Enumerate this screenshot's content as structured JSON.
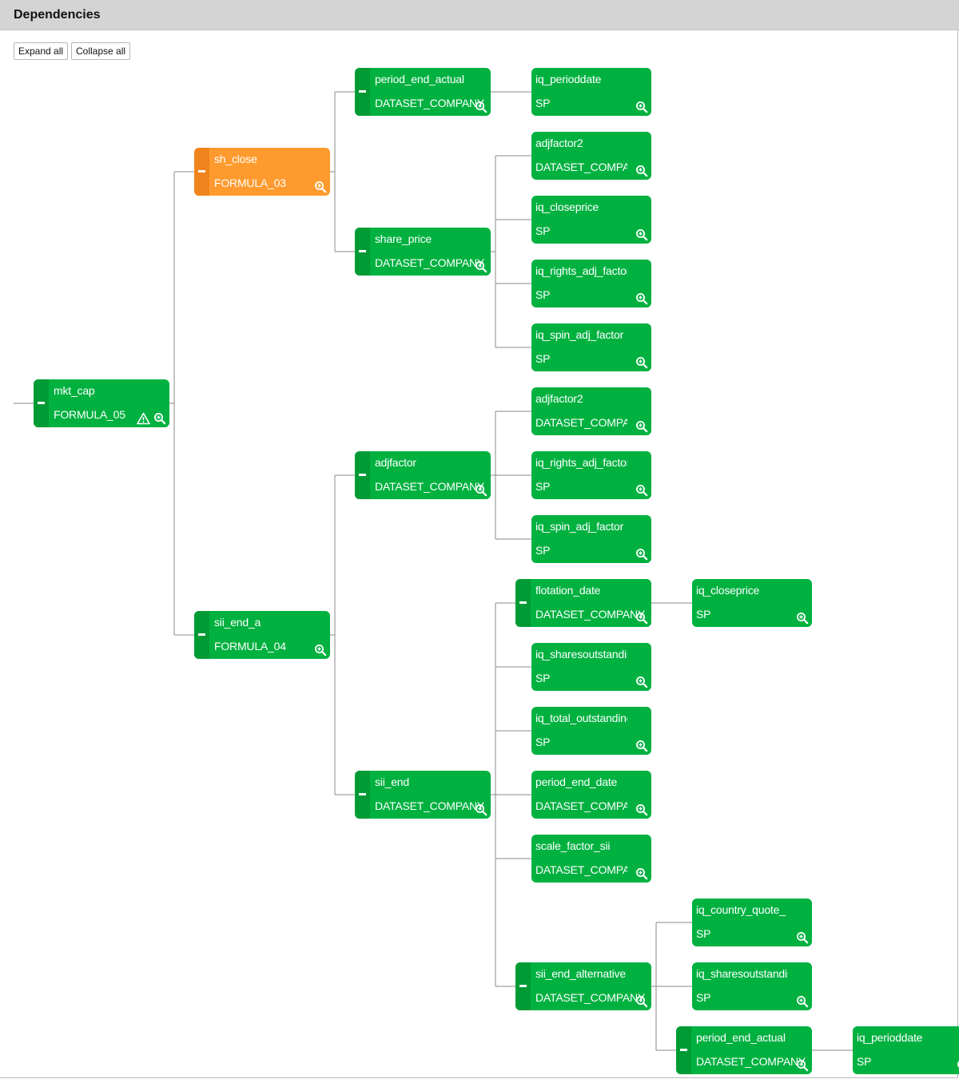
{
  "panel": {
    "title": "Dependencies"
  },
  "toolbar": {
    "expand_label": "Expand all",
    "collapse_label": "Collapse all"
  },
  "tree": {
    "name": "mkt_cap",
    "type": "FORMULA_05",
    "warning": true,
    "color": "#00b140",
    "children": [
      {
        "name": "sh_close",
        "type": "FORMULA_03",
        "color": "#ff9a2e",
        "children": [
          {
            "name": "period_end_actual",
            "type": "DATASET_COMPANY",
            "children": [
              {
                "name": "iq_perioddate",
                "type": "SP"
              }
            ]
          },
          {
            "name": "share_price",
            "type": "DATASET_COMPANY",
            "children": [
              {
                "name": "adjfactor2",
                "type": "DATASET_COMPANY"
              },
              {
                "name": "iq_closeprice",
                "type": "SP"
              },
              {
                "name": "iq_rights_adj_factor",
                "type": "SP"
              },
              {
                "name": "iq_spin_adj_factor",
                "type": "SP"
              }
            ]
          }
        ]
      },
      {
        "name": "sii_end_a",
        "type": "FORMULA_04",
        "color": "#00b140",
        "children": [
          {
            "name": "adjfactor",
            "type": "DATASET_COMPANY",
            "children": [
              {
                "name": "adjfactor2",
                "type": "DATASET_COMPANY"
              },
              {
                "name": "iq_rights_adj_factor",
                "type": "SP"
              },
              {
                "name": "iq_spin_adj_factor",
                "type": "SP"
              }
            ]
          },
          {
            "name": "sii_end",
            "type": "DATASET_COMPANY",
            "children": [
              {
                "name": "flotation_date",
                "type": "DATASET_COMPANY",
                "children": [
                  {
                    "name": "iq_closeprice",
                    "type": "SP"
                  }
                ]
              },
              {
                "name": "iq_sharesoutstanding",
                "type": "SP"
              },
              {
                "name": "iq_total_outstanding",
                "type": "SP"
              },
              {
                "name": "period_end_date",
                "type": "DATASET_COMPANY"
              },
              {
                "name": "scale_factor_sii",
                "type": "DATASET_COMPANY"
              },
              {
                "name": "sii_end_alternative",
                "type": "DATASET_COMPANY",
                "children": [
                  {
                    "name": "iq_country_quote_",
                    "type": "SP"
                  },
                  {
                    "name": "iq_sharesoutstanding",
                    "type": "SP"
                  },
                  {
                    "name": "period_end_actual",
                    "type": "DATASET_COMPANY",
                    "children": [
                      {
                        "name": "iq_perioddate",
                        "type": "SP"
                      }
                    ]
                  }
                ]
              }
            ]
          }
        ]
      }
    ]
  }
}
